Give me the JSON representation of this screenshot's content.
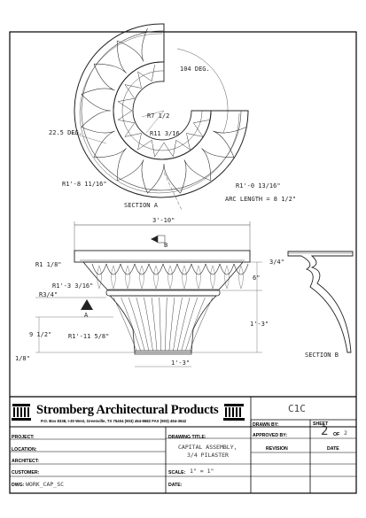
{
  "drawing": {
    "plan_dims": {
      "angle": "104 DEG.",
      "r7": "R7 1/2",
      "r11": "R11 3/16",
      "deg22": "22.5 DEG.",
      "r1_8": "R1'-8 11/16\"",
      "r1_0": "R1'-0 13/16\"",
      "arc": "ARC LENGTH = 8 1/2\"",
      "section_a": "SECTION A"
    },
    "elev_dims": {
      "width": "3'-10\"",
      "b_marker": "B",
      "a_marker": "A",
      "r1_1": "R1 1/8\"",
      "r1_3": "R1'-3 3/16\"",
      "r3_4": "R3/4\"",
      "h9": "9 1/2\"",
      "r1_11": "R1'-11 5/8\"",
      "h1_8": "1/8\"",
      "base": "1'-3\"",
      "d3_4": "3/4\"",
      "h6": "6\"",
      "h1_3": "1'-3\"",
      "section_b": "SECTION B"
    }
  },
  "title_block": {
    "company": "Stromberg Architectural Products",
    "address": "P.O. Box 8338, I-30 West, Greenville, TX 75404   (903) 454-8682   FAX (903) 454-3642",
    "drawing_number": "C1C",
    "drawn_by_label": "DRAWN BY:",
    "approved_by_label": "APPROVED BY:",
    "sheet_label": "SHEET",
    "sheet_num": "2",
    "sheet_of": "OF",
    "sheet_total": "2",
    "revision_label": "REVISION",
    "date_label": "DATE",
    "project_label": "PROJECT:",
    "location_label": "LOCATION:",
    "architect_label": "ARCHITECT:",
    "customer_label": "CUSTOMER:",
    "dwg_label": "DWG:",
    "dwg_value": "WORK_CAP_SC",
    "drawing_title_label": "DRAWING TITLE:",
    "drawing_title_line1": "CAPITAL ASSEMBLY,",
    "drawing_title_line2": "3/4 PILASTER",
    "scale_label": "SCALE:",
    "scale_value": "1\" = 1\"",
    "date_field_label": "DATE:"
  }
}
